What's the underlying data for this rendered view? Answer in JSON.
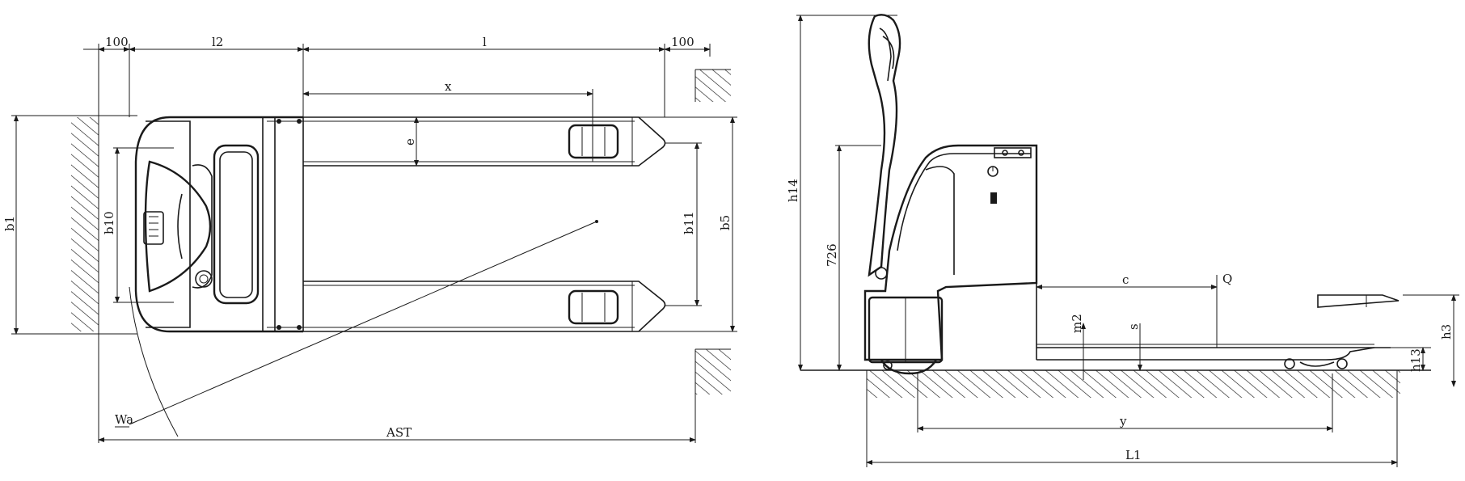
{
  "top_view": {
    "dim_100_left": "100",
    "dim_l2": "l2",
    "dim_l": "l",
    "dim_100_right": "100",
    "dim_x": "x",
    "dim_e": "e",
    "dim_b1": "b1",
    "dim_b10": "b10",
    "dim_b11": "b11",
    "dim_b5": "b5",
    "dim_wa": "Wa",
    "dim_ast": "AST"
  },
  "side_view": {
    "dim_h14": "h14",
    "dim_726": "726",
    "dim_c": "c",
    "dim_q": "Q",
    "dim_m2": "m2",
    "dim_s": "s",
    "dim_y": "y",
    "dim_l1": "L1",
    "dim_h3": "h3",
    "dim_h13": "h13"
  }
}
